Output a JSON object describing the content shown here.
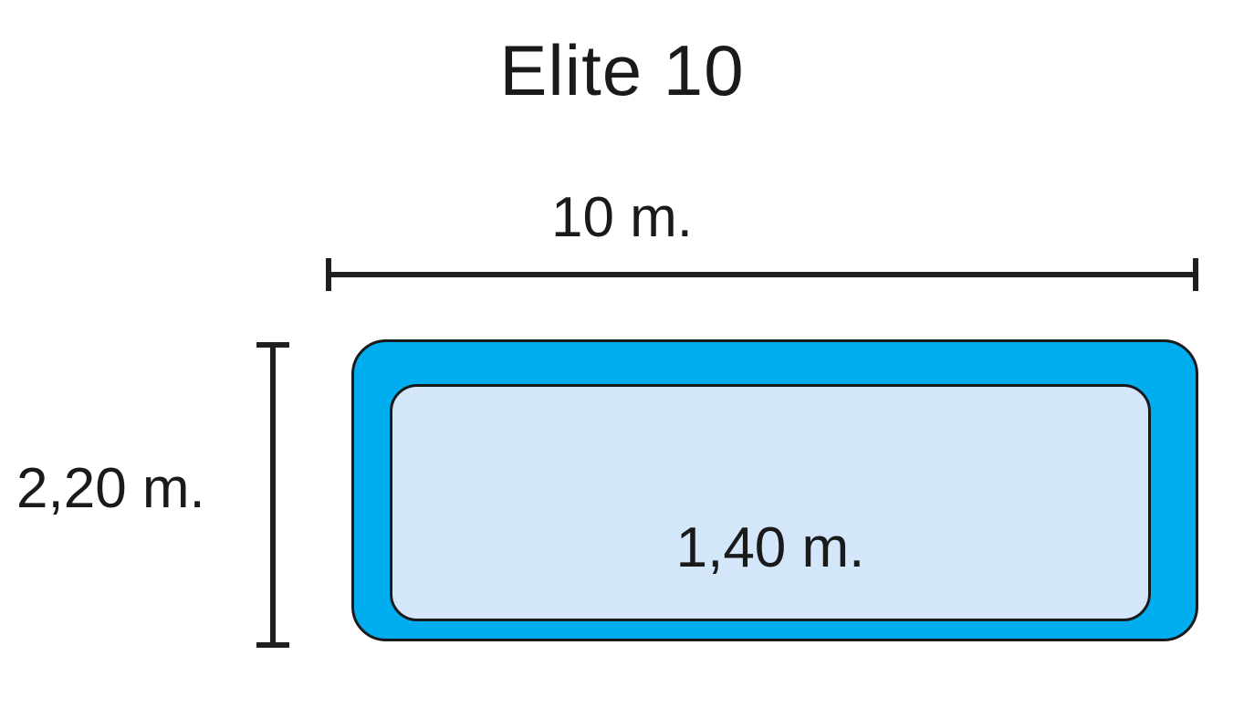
{
  "product": {
    "title": "Elite 10"
  },
  "diagram": {
    "width_label": "10 m.",
    "height_label": "2,20 m.",
    "depth_label": "1,40 m."
  },
  "colors": {
    "title_blue": "#0B4A8F",
    "pool_band_cyan": "#00AEEF",
    "pool_water_blue": "#D3E6FA",
    "outline_black": "#1A1A1A",
    "dimension_line": "#1F1F1F",
    "background": "#FFFFFF"
  },
  "chart_data": {
    "type": "diagram",
    "title": "Elite 10",
    "subject": "rectangular swimming pool plan with dimensions",
    "measurements": [
      {
        "name": "length",
        "value": 10,
        "unit": "m",
        "display": "10 m.",
        "orientation": "horizontal",
        "placement": "top"
      },
      {
        "name": "width",
        "value": 2.2,
        "unit": "m",
        "display": "2,20 m.",
        "orientation": "vertical",
        "placement": "left"
      },
      {
        "name": "depth",
        "value": 1.4,
        "unit": "m",
        "display": "1,40 m.",
        "orientation": "none",
        "placement": "inside-basin"
      }
    ],
    "decimal_separator": ",",
    "shape": "rounded-rectangle",
    "layers": [
      "outer-coping-band",
      "inner-basin"
    ]
  }
}
